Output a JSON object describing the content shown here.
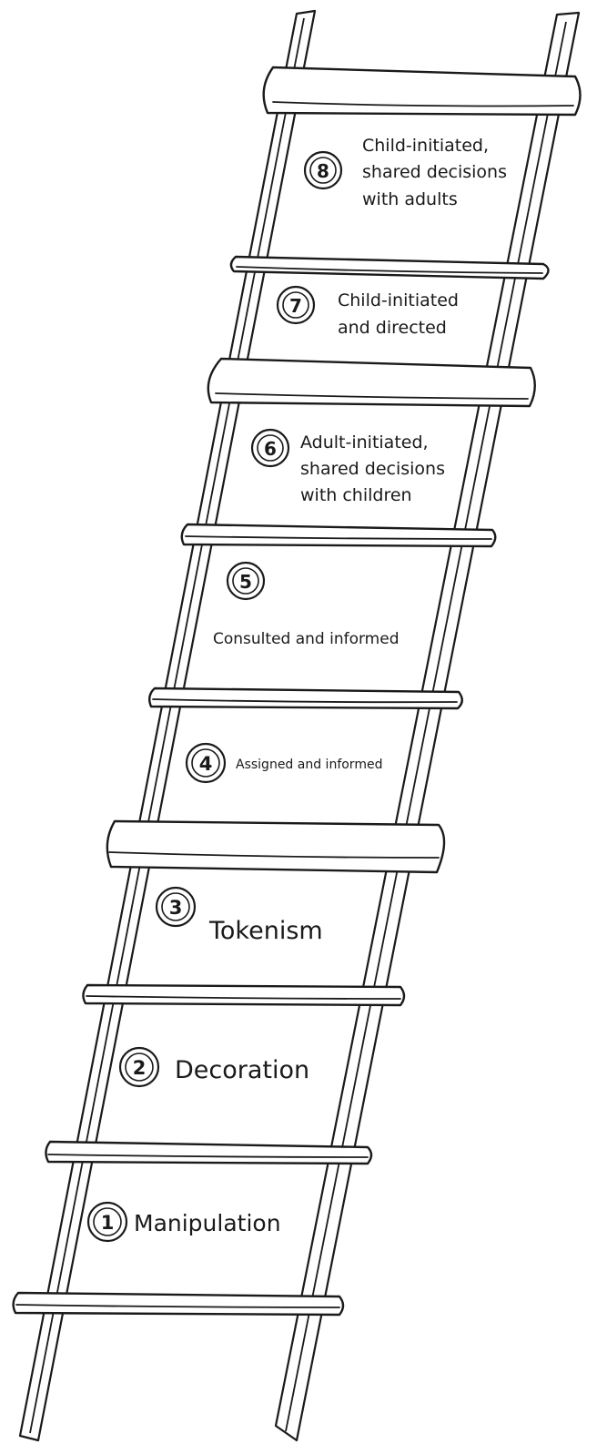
{
  "ladder": {
    "steps": [
      {
        "number": "1",
        "lines": [
          "Manipulation"
        ]
      },
      {
        "number": "2",
        "lines": [
          "Decoration"
        ]
      },
      {
        "number": "3",
        "lines": [
          "Tokenism"
        ]
      },
      {
        "number": "4",
        "lines": [
          "Assigned and informed"
        ]
      },
      {
        "number": "5",
        "lines": [
          "Consulted and informed"
        ]
      },
      {
        "number": "6",
        "lines": [
          "Adult-initiated,",
          "shared decisions",
          "with children"
        ]
      },
      {
        "number": "7",
        "lines": [
          "Child-initiated",
          "and directed"
        ]
      },
      {
        "number": "8",
        "lines": [
          "Child-initiated,",
          "shared decisions",
          "with adults"
        ]
      }
    ]
  }
}
